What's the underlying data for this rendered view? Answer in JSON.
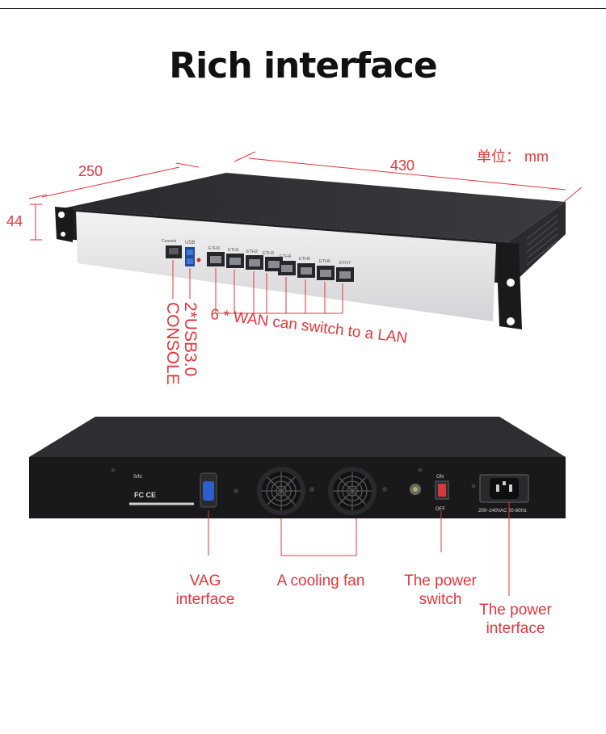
{
  "title": "Rich interface",
  "unit_label": "单位： mm",
  "dimensions": {
    "depth": "250",
    "width": "430",
    "height": "44"
  },
  "front_panel": {
    "console_port_label": "console",
    "usb_label": "USB",
    "eth_ports": [
      "ETH0",
      "ETH1",
      "ETH2",
      "ETH3",
      "ETH4",
      "ETH5",
      "ETH6",
      "ETH7"
    ],
    "wan_annotation": "6 * WAN can switch to a LAN",
    "usb_annotation": "2*USB3.0",
    "console_annotation": "CONSOLE"
  },
  "back_panel": {
    "serial_label": "S/N:",
    "cert_marks": "FC CE",
    "switch_on": "ON",
    "switch_off": "OFF",
    "power_rating": "200~240VAC 50-60Hz",
    "vga_annotation_line1": "VAG",
    "vga_annotation_line2": "interface",
    "fan_annotation": "A cooling fan",
    "switch_annotation_line1": "The power",
    "switch_annotation_line2": "switch",
    "power_annotation_line1": "The power",
    "power_annotation_line2": "interface"
  },
  "colors": {
    "accent": "#e8353a",
    "chassis": "#1c1c1e",
    "panel": "#e6e6e8"
  }
}
